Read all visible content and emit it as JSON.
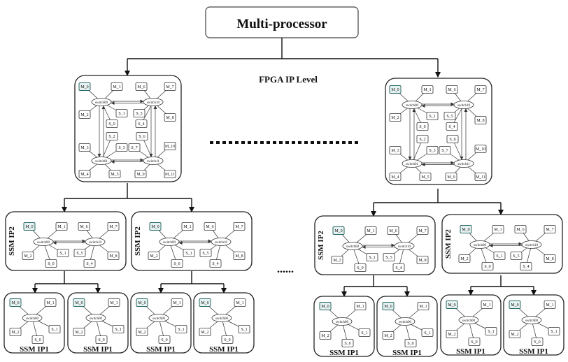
{
  "title": "Multi-processor",
  "level_label": "FPGA IP Level",
  "ip2_label": "SSM IP2",
  "ip1_label": "SSM IP1",
  "ellipsis": "......",
  "switches": {
    "s00": "switch00",
    "s01": "switch01",
    "s10": "switch10",
    "s11": "switch11"
  },
  "fpga_modules": [
    "M_0",
    "M_1",
    "M_6",
    "M_7",
    "M_2",
    "M_8",
    "M_3",
    "M_10",
    "M_4",
    "M_5",
    "M_9",
    "M_11"
  ],
  "fpga_slaves": [
    "S_1",
    "S_5",
    "S_0",
    "S_4",
    "S_2",
    "S_6",
    "S_3",
    "S_7"
  ],
  "ip2_modules": [
    "M_0",
    "M_1",
    "M_6",
    "M_7",
    "M_2",
    "M_8"
  ],
  "ip2_slaves": [
    "S_1",
    "S_5",
    "S_0",
    "S_4"
  ],
  "ip1_modules": [
    "M_0",
    "M_1",
    "M_2"
  ],
  "ip1_slaves": [
    "S_1",
    "S_0"
  ]
}
